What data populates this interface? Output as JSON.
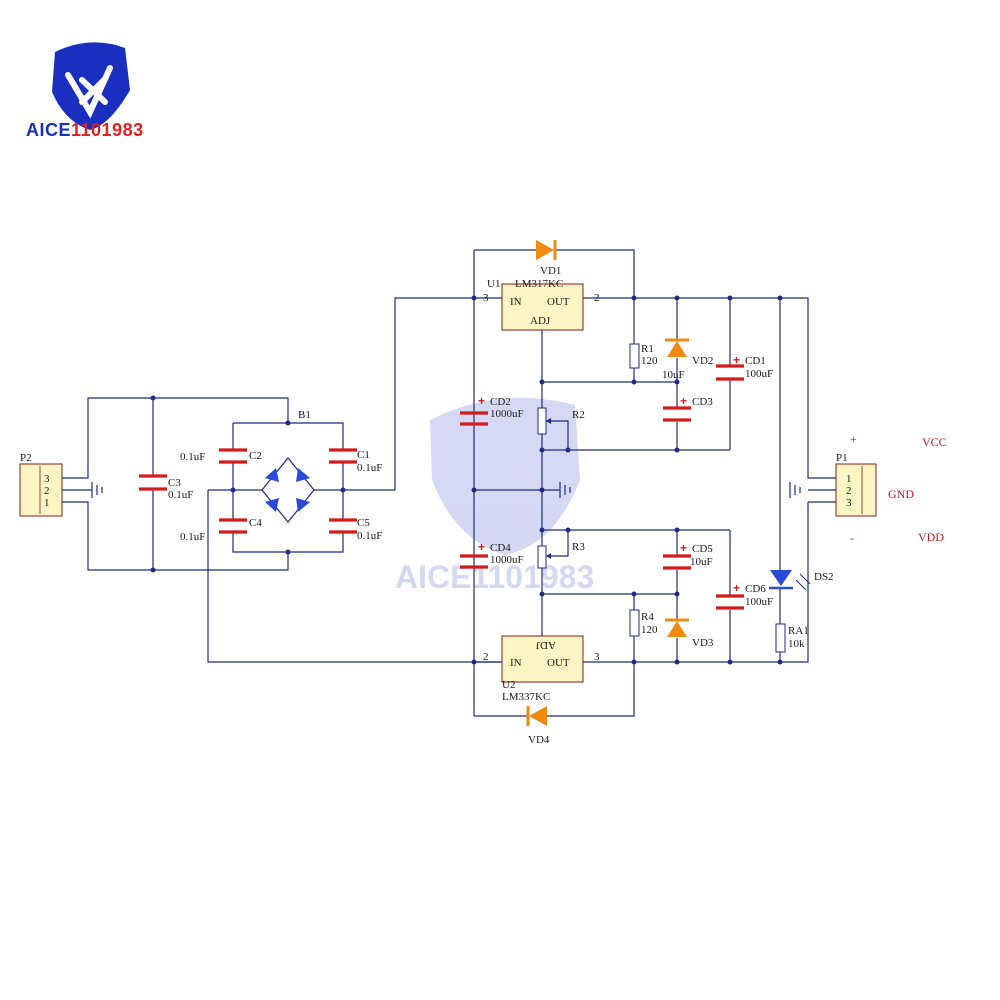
{
  "logo": {
    "text_left": "AICE",
    "text_right": "1101983",
    "icon": "diymore-shield-icon"
  },
  "watermark": "AICE1101983",
  "connectors": {
    "p2": {
      "ref": "P2",
      "pins": [
        "3",
        "2",
        "1"
      ]
    },
    "p1": {
      "ref": "P1",
      "pins": [
        "1",
        "2",
        "3"
      ],
      "sign_plus": "+",
      "sign_minus": "-"
    }
  },
  "rails": {
    "vcc": "VCC",
    "gnd": "GND",
    "vdd": "VDD"
  },
  "bridge": {
    "ref": "B1"
  },
  "caps": {
    "c1": {
      "ref": "C1",
      "value": "0.1uF"
    },
    "c2": {
      "ref": "C2",
      "value": "0.1uF"
    },
    "c3": {
      "ref": "C3",
      "value": "0.1uF"
    },
    "c4": {
      "ref": "C4",
      "value": "0.1uF"
    },
    "c5": {
      "ref": "C5",
      "value": "0.1uF"
    },
    "cd1": {
      "ref": "CD1",
      "value": "100uF"
    },
    "cd2": {
      "ref": "CD2",
      "value": "1000uF"
    },
    "cd3": {
      "ref": "CD3",
      "value": "10uF"
    },
    "cd4": {
      "ref": "CD4",
      "value": "1000uF"
    },
    "cd5": {
      "ref": "CD5",
      "value": "10uF"
    },
    "cd6": {
      "ref": "CD6",
      "value": "100uF"
    }
  },
  "regulators": {
    "u1": {
      "ref": "U1",
      "part": "LM317KC",
      "in": "IN",
      "out": "OUT",
      "adj": "ADJ",
      "pin_in": "3",
      "pin_out": "2"
    },
    "u2": {
      "ref": "U2",
      "part": "LM337KC",
      "in": "IN",
      "out": "OUT",
      "adj": "ADJ",
      "pin_in": "2",
      "pin_out": "3"
    }
  },
  "resistors": {
    "r1": {
      "ref": "R1",
      "value": "120"
    },
    "r2": {
      "ref": "R2"
    },
    "r3": {
      "ref": "R3"
    },
    "r4": {
      "ref": "R4",
      "value": "120"
    },
    "ra1": {
      "ref": "RA1",
      "value": "10k"
    }
  },
  "diodes": {
    "vd1": "VD1",
    "vd2": "VD2",
    "vd3": "VD3",
    "vd4": "VD4",
    "ds2": "DS2"
  }
}
